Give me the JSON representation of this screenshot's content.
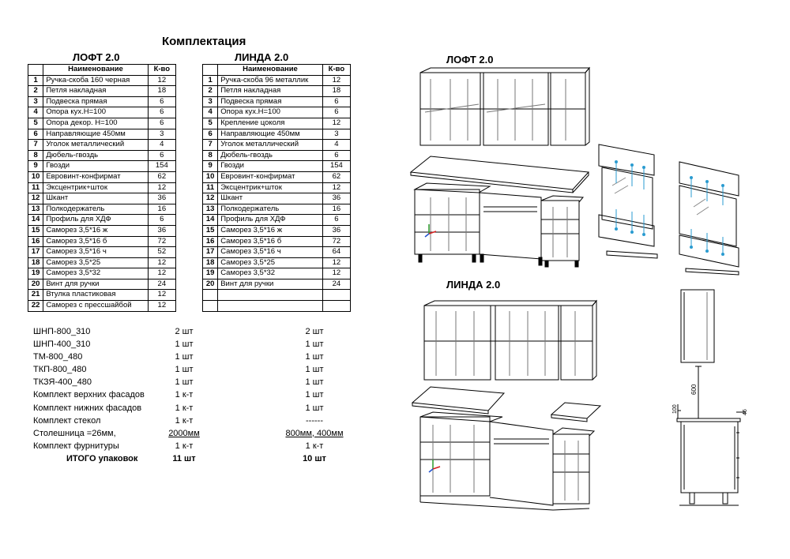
{
  "title": "Комплектация",
  "loft": {
    "title": "ЛОФТ 2.0",
    "headers": [
      "Наименование",
      "К-во"
    ],
    "rows": [
      [
        "1",
        "Ручка-скоба 160  черная",
        "12"
      ],
      [
        "2",
        "Петля накладная",
        "18"
      ],
      [
        "3",
        "Подвеска прямая",
        "6"
      ],
      [
        "4",
        "Опора кух.Н=100",
        "6"
      ],
      [
        "5",
        "Опора декор. Н=100",
        "6"
      ],
      [
        "6",
        "Направляющие 450мм",
        "3"
      ],
      [
        "7",
        "Уголок металлический",
        "4"
      ],
      [
        "8",
        "Дюбель-гвоздь",
        "6"
      ],
      [
        "9",
        "Гвозди",
        "154"
      ],
      [
        "10",
        "Евровинт-конфирмат",
        "62"
      ],
      [
        "11",
        "Эксцентрик+шток",
        "12"
      ],
      [
        "12",
        "Шкант",
        "36"
      ],
      [
        "13",
        "Полкодержатель",
        "16"
      ],
      [
        "14",
        "Профиль для ХДФ",
        "6"
      ],
      [
        "15",
        "Саморез 3,5*16 ж",
        "36"
      ],
      [
        "16",
        "Саморез 3,5*16 б",
        "72"
      ],
      [
        "17",
        "Саморез 3,5*16 ч",
        "52"
      ],
      [
        "18",
        "Саморез 3,5*25",
        "12"
      ],
      [
        "19",
        "Саморез 3,5*32",
        "12"
      ],
      [
        "20",
        "Винт для ручки",
        "24"
      ],
      [
        "21",
        "Втулка пластиковая",
        "12"
      ],
      [
        "22",
        "Саморез с прессшайбой",
        "12"
      ]
    ]
  },
  "linda": {
    "title": "ЛИНДА 2.0",
    "headers": [
      "Наименование",
      "К-во"
    ],
    "rows": [
      [
        "1",
        "Ручка-скоба  96 металлик",
        "12"
      ],
      [
        "2",
        "Петля накладная",
        "18"
      ],
      [
        "3",
        "Подвеска прямая",
        "6"
      ],
      [
        "4",
        "Опора кух.Н=100",
        "6"
      ],
      [
        "5",
        "Крепление цоколя",
        "12"
      ],
      [
        "6",
        "Направляющие 450мм",
        "3"
      ],
      [
        "7",
        "Уголок металлический",
        "4"
      ],
      [
        "8",
        "Дюбель-гвоздь",
        "6"
      ],
      [
        "9",
        "Гвозди",
        "154"
      ],
      [
        "10",
        "Евровинт-конфирмат",
        "62"
      ],
      [
        "11",
        "Эксцентрик+шток",
        "12"
      ],
      [
        "12",
        "Шкант",
        "36"
      ],
      [
        "13",
        "Полкодержатель",
        "16"
      ],
      [
        "14",
        "Профиль для ХДФ",
        "6"
      ],
      [
        "15",
        "Саморез 3,5*16 ж",
        "36"
      ],
      [
        "16",
        "Саморез 3,5*16 б",
        "72"
      ],
      [
        "17",
        "Саморез 3,5*16 ч",
        "64"
      ],
      [
        "18",
        "Саморез 3,5*25",
        "12"
      ],
      [
        "19",
        "Саморез 3,5*32",
        "12"
      ],
      [
        "20",
        "Винт для ручки",
        "24"
      ],
      [
        "",
        "",
        ""
      ],
      [
        "",
        "",
        ""
      ]
    ]
  },
  "summary": [
    {
      "name": "ШНП-800_310",
      "loft": "2 шт",
      "linda": "2 шт"
    },
    {
      "name": "ШНП-400_310",
      "loft": "1 шт",
      "linda": "1 шт"
    },
    {
      "name": "ТМ-800_480",
      "loft": "1 шт",
      "linda": "1 шт"
    },
    {
      "name": "ТКП-800_480",
      "loft": "1 шт",
      "linda": "1 шт"
    },
    {
      "name": "ТКЗЯ-400_480",
      "loft": "1 шт",
      "linda": "1 шт"
    },
    {
      "name": "Комплект верхних фасадов",
      "loft": "1 к-т",
      "linda": "1 шт"
    },
    {
      "name": "Комплект нижних фасадов",
      "loft": "1 к-т",
      "linda": "1 шт"
    },
    {
      "name": "Комплект стекол",
      "loft": "1 к-т",
      "linda": "------"
    },
    {
      "name": "Столешница =26мм,",
      "loft": "2000мм",
      "linda": "800мм, 400мм",
      "underline": true
    },
    {
      "name": "Комплект фурнитуры",
      "loft": "1 к-т",
      "linda": "1 к-т"
    }
  ],
  "total": {
    "name": "ИТОГО упаковок",
    "loft": "11 шт",
    "linda": "10 шт"
  },
  "drawings": {
    "loft_label": "ЛОФТ 2.0",
    "linda_label": "ЛИНДА 2.0",
    "dim_600": "600",
    "dim_left": "100",
    "dim_right": "46"
  },
  "colors": {
    "glass_pin": "#2a9bd0",
    "axis_red": "#d42020",
    "axis_green": "#2a9a2a",
    "axis_blue": "#2050d0"
  }
}
